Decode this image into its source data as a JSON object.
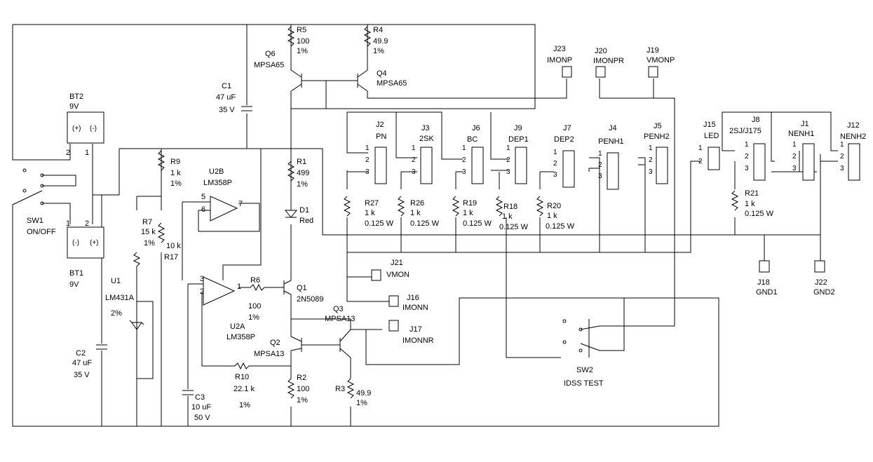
{
  "components": {
    "r5": {
      "ref": "R5",
      "value": "100",
      "tol": "1%"
    },
    "r4": {
      "ref": "R4",
      "value": "49.9",
      "tol": "1%"
    },
    "q6": {
      "ref": "Q6",
      "part": "MPSA65"
    },
    "q4": {
      "ref": "Q4",
      "part": "MPSA65"
    },
    "c1": {
      "ref": "C1",
      "value": "47 uF",
      "volt": "35 V"
    },
    "bt2": {
      "ref": "BT2",
      "value": "9V"
    },
    "bt1": {
      "ref": "BT1",
      "value": "9V"
    },
    "sw1": {
      "ref": "SW1",
      "label": "ON/OFF"
    },
    "r9": {
      "ref": "R9",
      "value": "1 k",
      "tol": "1%"
    },
    "u2b": {
      "ref": "U2B",
      "part": "LM358P"
    },
    "r7": {
      "ref": "R7",
      "value": "15 k",
      "tol": "1%"
    },
    "r17": {
      "ref": "R17",
      "value": "10 k"
    },
    "u1": {
      "ref": "U1",
      "part": "LM431A",
      "tol": "2%"
    },
    "c2": {
      "ref": "C2",
      "value": "47 uF",
      "volt": "35 V"
    },
    "c3": {
      "ref": "C3",
      "value": "10 uF",
      "volt": "50 V"
    },
    "r1": {
      "ref": "R1",
      "value": "499",
      "tol": "1%"
    },
    "d1": {
      "ref": "D1",
      "color": "Red"
    },
    "r6": {
      "ref": "R6",
      "value": "100",
      "tol": "1%"
    },
    "q1": {
      "ref": "Q1",
      "part": "2N5089"
    },
    "u2a": {
      "ref": "U2A",
      "part": "LM358P"
    },
    "q2": {
      "ref": "Q2",
      "part": "MPSA13"
    },
    "q3": {
      "ref": "Q3",
      "part": "MPSA13"
    },
    "r10": {
      "ref": "R10",
      "value": "22.1 k",
      "tol": "1%"
    },
    "r2": {
      "ref": "R2",
      "value": "100",
      "tol": "1%"
    },
    "r3": {
      "ref": "R3",
      "value": "49.9",
      "tol": "1%"
    },
    "r27": {
      "ref": "R27",
      "value": "1 k",
      "watt": "0.125 W"
    },
    "r26": {
      "ref": "R26",
      "value": "1 k",
      "watt": "0.125 W"
    },
    "r19": {
      "ref": "R19",
      "value": "1 k",
      "watt": "0.125 W"
    },
    "r18": {
      "ref": "R18",
      "value": "1 k",
      "watt": "0.125 W"
    },
    "r20": {
      "ref": "R20",
      "value": "1 k",
      "watt": "0.125 W"
    },
    "r21": {
      "ref": "R21",
      "value": "1 k",
      "watt": "0.125 W"
    },
    "sw2": {
      "ref": "SW2",
      "label": "IDSS TEST"
    }
  },
  "connectors": {
    "j23": {
      "ref": "J23",
      "label": "IMONP"
    },
    "j20": {
      "ref": "J20",
      "label": "IMONPR"
    },
    "j19": {
      "ref": "J19",
      "label": "VMONP"
    },
    "j2": {
      "ref": "J2",
      "label": "PN"
    },
    "j3": {
      "ref": "J3",
      "label": "2SK"
    },
    "j6": {
      "ref": "J6",
      "label": "BC"
    },
    "j9": {
      "ref": "J9",
      "label": "DEP1"
    },
    "j7": {
      "ref": "J7",
      "label": "DEP2"
    },
    "j4": {
      "ref": "J4",
      "label": "PENH1"
    },
    "j5": {
      "ref": "J5",
      "label": "PENH2"
    },
    "j15": {
      "ref": "J15",
      "label": "LED"
    },
    "j8": {
      "ref": "J8",
      "label": "2SJ/J175"
    },
    "j1": {
      "ref": "J1",
      "label": "NENH1"
    },
    "j12": {
      "ref": "J12",
      "label": "NENH2"
    },
    "j21": {
      "ref": "J21",
      "label": "VMON"
    },
    "j16": {
      "ref": "J16",
      "label": "IMONN"
    },
    "j17": {
      "ref": "J17",
      "label": "IMONNR"
    },
    "j18": {
      "ref": "J18",
      "label": "GND1"
    },
    "j22": {
      "ref": "J22",
      "label": "GND2"
    }
  },
  "pins": {
    "p1": "1",
    "p2": "2",
    "p3": "3",
    "p5": "5",
    "p6": "6",
    "p7": "7",
    "plus": "(+)",
    "minus": "(-)"
  }
}
